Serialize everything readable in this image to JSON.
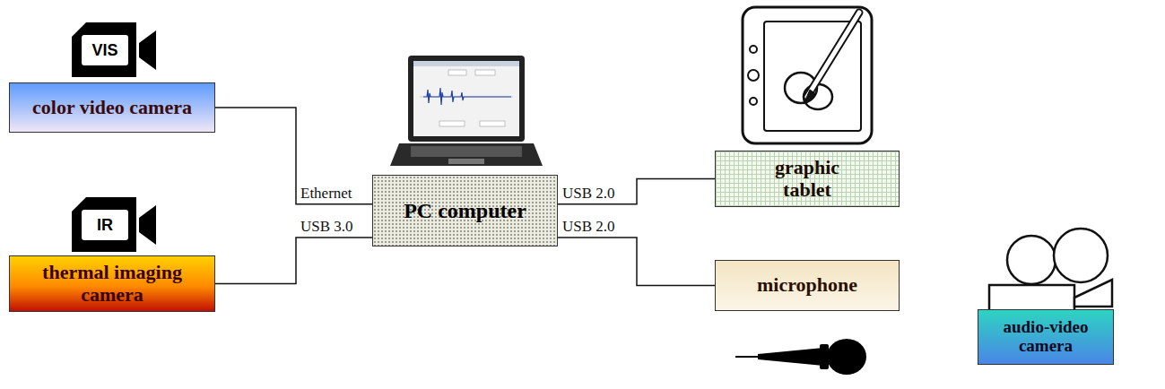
{
  "diagram": {
    "nodes": [
      {
        "text": [
          "color video camera"
        ]
      },
      {
        "text": [
          "thermal imaging camera"
        ]
      },
      {
        "text": [
          "PC computer"
        ]
      },
      {
        "text": [
          "graphic tablet"
        ]
      },
      {
        "text": [
          "microphone"
        ]
      },
      {
        "text": [
          "audio-video camera"
        ]
      }
    ],
    "edges": [
      {
        "from": 0,
        "to": 2,
        "label": "Ethernet",
        "arrow": "none"
      },
      {
        "from": 1,
        "to": 2,
        "label": "USB 3.0",
        "arrow": "none"
      },
      {
        "from": 2,
        "to": 3,
        "label": "USB 2.0",
        "arrow": "none"
      },
      {
        "from": 2,
        "to": 4,
        "label": "USB 2.0",
        "arrow": "none"
      }
    ],
    "labels": [
      "VIS",
      "IR"
    ]
  }
}
